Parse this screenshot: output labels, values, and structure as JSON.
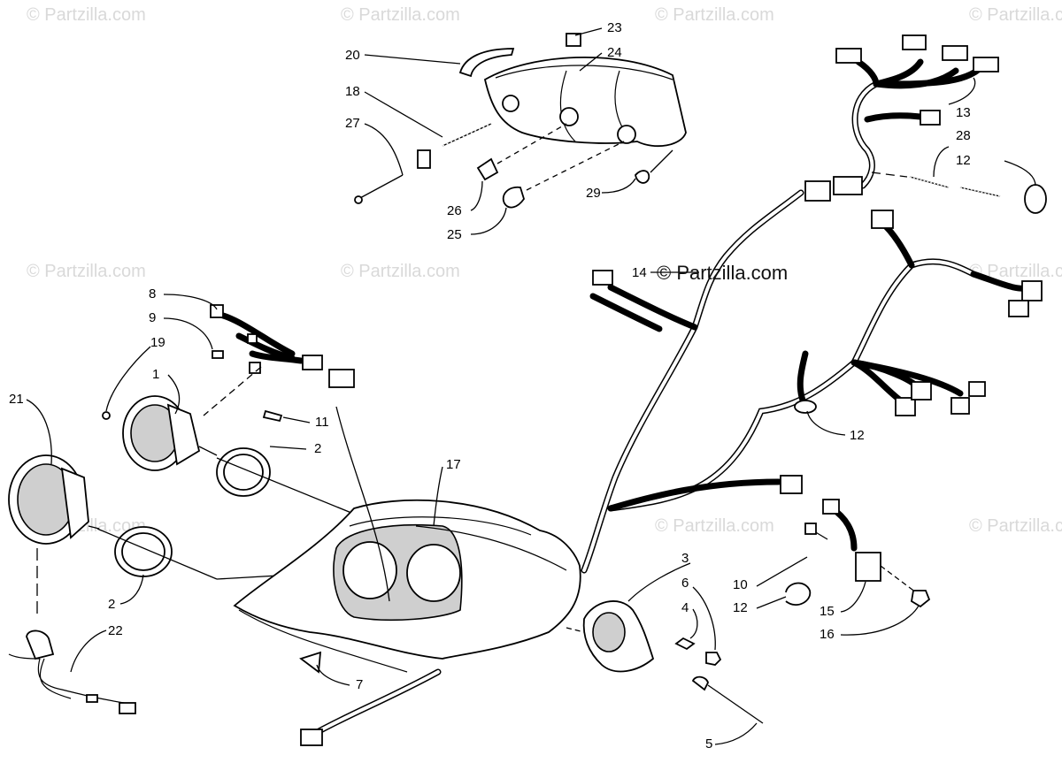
{
  "watermark": {
    "text": "© Partzilla.com",
    "main_text": "© Partzilla.com"
  },
  "diagram": {
    "callouts": [
      {
        "id": "c23",
        "label": "23"
      },
      {
        "id": "c24",
        "label": "24"
      },
      {
        "id": "c20",
        "label": "20"
      },
      {
        "id": "c18",
        "label": "18"
      },
      {
        "id": "c27",
        "label": "27"
      },
      {
        "id": "c26",
        "label": "26"
      },
      {
        "id": "c25",
        "label": "25"
      },
      {
        "id": "c29",
        "label": "29"
      },
      {
        "id": "c13",
        "label": "13"
      },
      {
        "id": "c28",
        "label": "28"
      },
      {
        "id": "c12a",
        "label": "12"
      },
      {
        "id": "c14",
        "label": "14"
      },
      {
        "id": "c8",
        "label": "8"
      },
      {
        "id": "c9",
        "label": "9"
      },
      {
        "id": "c19",
        "label": "19"
      },
      {
        "id": "c1",
        "label": "1"
      },
      {
        "id": "c11",
        "label": "11"
      },
      {
        "id": "c2a",
        "label": "2"
      },
      {
        "id": "c21",
        "label": "21"
      },
      {
        "id": "c17",
        "label": "17"
      },
      {
        "id": "c12b",
        "label": "12"
      },
      {
        "id": "c3",
        "label": "3"
      },
      {
        "id": "c6",
        "label": "6"
      },
      {
        "id": "c4",
        "label": "4"
      },
      {
        "id": "c10",
        "label": "10"
      },
      {
        "id": "c12c",
        "label": "12"
      },
      {
        "id": "c15",
        "label": "15"
      },
      {
        "id": "c16",
        "label": "16"
      },
      {
        "id": "c2b",
        "label": "2"
      },
      {
        "id": "c22",
        "label": "22"
      },
      {
        "id": "c7",
        "label": "7"
      },
      {
        "id": "c5",
        "label": "5"
      }
    ]
  }
}
